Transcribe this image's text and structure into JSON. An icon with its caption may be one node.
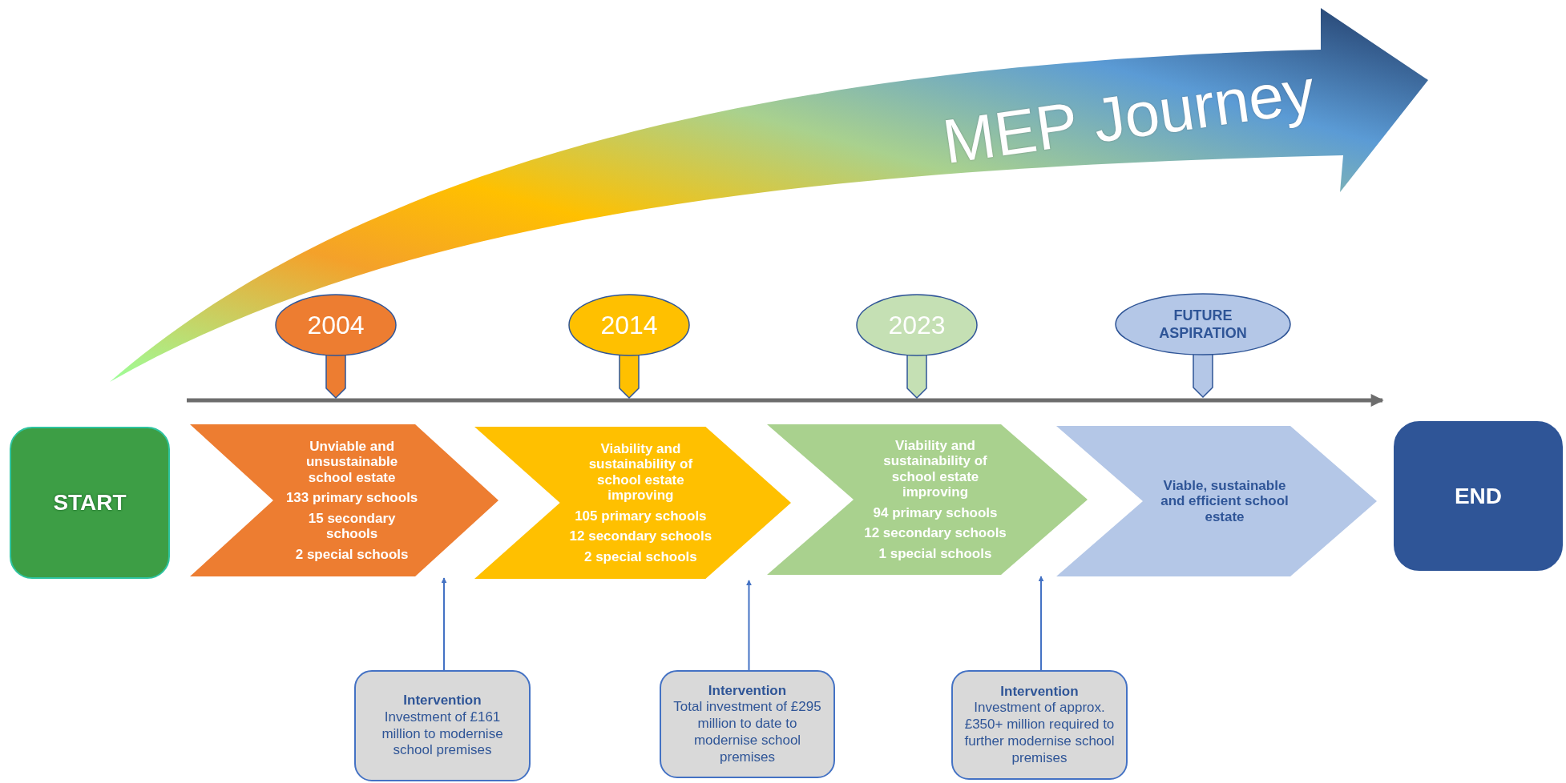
{
  "diagram": {
    "title": "MEP Journey",
    "nodes": [
      {
        "text": [
          "START"
        ]
      },
      {
        "text": [
          "Unviable and unsustainable school estate",
          "133 primary schools",
          "15 secondary schools",
          "2 special schools"
        ]
      },
      {
        "text": [
          "Viability and sustainability of school estate improving",
          "105 primary schools",
          "12 secondary schools",
          "2 special schools"
        ]
      },
      {
        "text": [
          "Viability and sustainability of school estate improving",
          "94 primary schools",
          "12 secondary schools",
          "1 special schools"
        ]
      },
      {
        "text": [
          "Viable, sustainable and efficient school estate"
        ]
      },
      {
        "text": [
          "END"
        ]
      },
      {
        "text": [
          "2004"
        ]
      },
      {
        "text": [
          "2014"
        ]
      },
      {
        "text": [
          "2023"
        ]
      },
      {
        "text": [
          "FUTURE ASPIRATION"
        ]
      },
      {
        "text": [
          "Intervention",
          "Investment of £161 million to modernise school premises"
        ]
      },
      {
        "text": [
          "Intervention",
          "Total investment of £295 million to date to modernise school premises"
        ]
      },
      {
        "text": [
          "Intervention",
          "Investment of approx.  £350+ million required to further modernise school premises"
        ]
      }
    ],
    "edges": [
      {
        "from": 10,
        "to": 1,
        "arrow": "to"
      },
      {
        "from": 11,
        "to": 2,
        "arrow": "to"
      },
      {
        "from": 12,
        "to": 3,
        "arrow": "to"
      }
    ]
  }
}
